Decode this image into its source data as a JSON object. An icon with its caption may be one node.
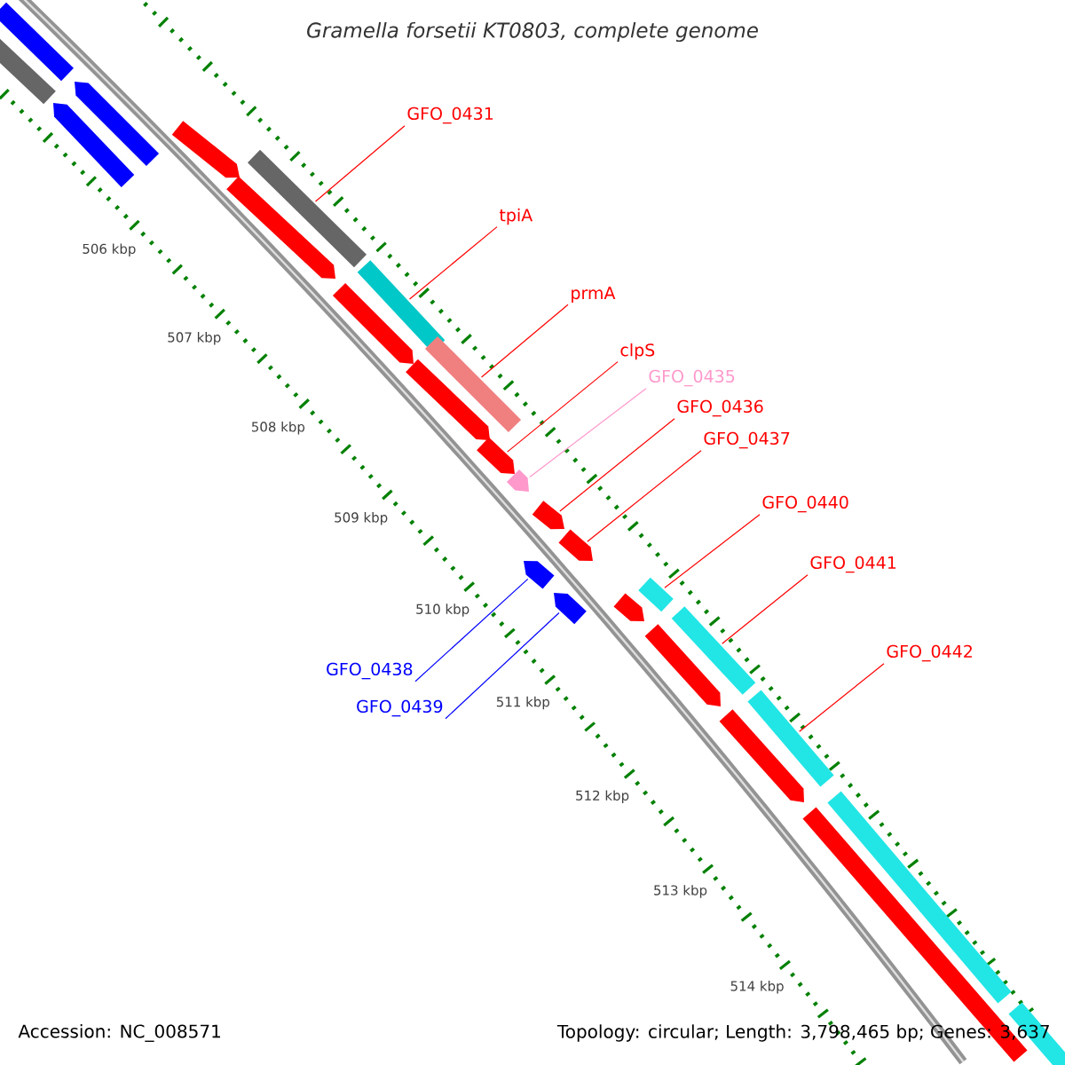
{
  "diagram": {
    "title": "Gramella forsetii KT0803, complete genome",
    "nodes": [
      {
        "text": [
          "GFO_0431"
        ]
      },
      {
        "text": [
          "tpiA"
        ]
      },
      {
        "text": [
          "prmA"
        ]
      },
      {
        "text": [
          "clpS"
        ]
      },
      {
        "text": [
          "GFO_0435"
        ]
      },
      {
        "text": [
          "GFO_0436"
        ]
      },
      {
        "text": [
          "GFO_0437"
        ]
      },
      {
        "text": [
          "GFO_0440"
        ]
      },
      {
        "text": [
          "GFO_0441"
        ]
      },
      {
        "text": [
          "GFO_0442"
        ]
      },
      {
        "text": [
          "GFO_0438"
        ]
      },
      {
        "text": [
          "GFO_0439"
        ]
      },
      {
        "text": [],
        "shape": "bar"
      },
      {
        "text": [],
        "shape": "bar"
      },
      {
        "text": [],
        "shape": "bar"
      },
      {
        "text": [],
        "shape": "arrow"
      },
      {
        "text": [],
        "shape": "arrow"
      },
      {
        "text": [],
        "shape": "arrow"
      },
      {
        "text": [],
        "shape": "arrow"
      },
      {
        "text": [],
        "shape": "bar"
      },
      {
        "text": [],
        "shape": "bar"
      },
      {
        "text": [],
        "shape": "bar"
      },
      {
        "text": [],
        "shape": "arrow"
      },
      {
        "text": [],
        "shape": "arrow"
      },
      {
        "text": [],
        "shape": "bar"
      },
      {
        "text": [],
        "shape": "arrow"
      },
      {
        "text": [],
        "shape": "bar"
      },
      {
        "text": [],
        "shape": "arrow"
      },
      {
        "text": [],
        "shape": "arrow"
      },
      {
        "text": [],
        "shape": "arrow"
      },
      {
        "text": [],
        "shape": "arrow"
      },
      {
        "text": [],
        "shape": "arrow"
      },
      {
        "text": [],
        "shape": "arrow"
      },
      {
        "text": [],
        "shape": "arrow"
      },
      {
        "text": [],
        "shape": "arrow"
      },
      {
        "text": [],
        "shape": "bar"
      },
      {
        "text": [],
        "shape": "bar"
      },
      {
        "text": [],
        "shape": "bar"
      }
    ],
    "edges": [
      {
        "from": 0,
        "to": 12,
        "arrow": "none"
      },
      {
        "from": 1,
        "to": 13,
        "arrow": "none"
      },
      {
        "from": 2,
        "to": 14,
        "arrow": "none"
      },
      {
        "from": 3,
        "to": 15,
        "arrow": "none"
      },
      {
        "from": 4,
        "to": 16,
        "arrow": "none",
        "color": "#ff99cc"
      },
      {
        "from": 5,
        "to": 17,
        "arrow": "none"
      },
      {
        "from": 6,
        "to": 18,
        "arrow": "none"
      },
      {
        "from": 7,
        "to": 19,
        "arrow": "none"
      },
      {
        "from": 8,
        "to": 20,
        "arrow": "none"
      },
      {
        "from": 9,
        "to": 21,
        "arrow": "none"
      },
      {
        "from": 10,
        "to": 22,
        "arrow": "none",
        "color": "#0000ff"
      },
      {
        "from": 11,
        "to": 23,
        "arrow": "none",
        "color": "#0000ff"
      }
    ],
    "labels": [
      "506 kbp",
      "507 kbp",
      "508 kbp",
      "509 kbp",
      "510 kbp",
      "511 kbp",
      "512 kbp",
      "513 kbp",
      "514 kbp",
      "Accession: NC_008571",
      "Topology: circular; Length: 3,798,465 bp; Genes: 3,637"
    ]
  }
}
